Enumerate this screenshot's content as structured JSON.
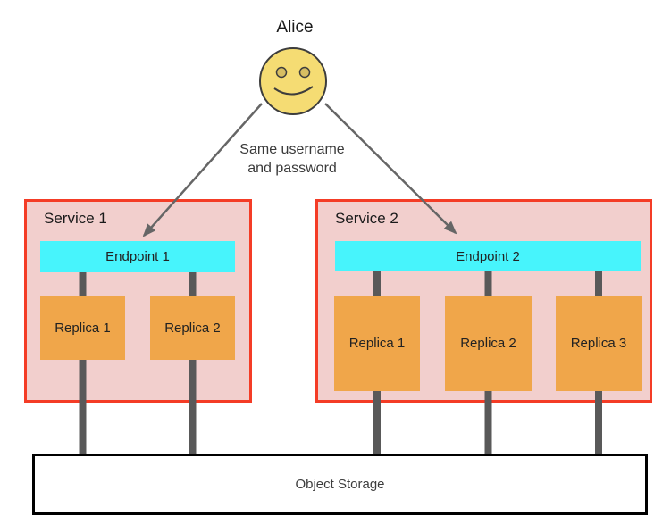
{
  "alice": {
    "label": "Alice"
  },
  "annotation": {
    "line1": "Same username",
    "line2": "and password"
  },
  "services": [
    {
      "name": "Service 1",
      "endpoint": "Endpoint 1",
      "replicas": [
        "Replica 1",
        "Replica 2"
      ]
    },
    {
      "name": "Service 2",
      "endpoint": "Endpoint 2",
      "replicas": [
        "Replica 1",
        "Replica 2",
        "Replica 3"
      ]
    }
  ],
  "storage": {
    "label": "Object Storage"
  },
  "colors": {
    "service-fill": "#F2CFCD",
    "service-border": "#F43C26",
    "endpoint-fill": "#47F4FC",
    "replica-fill": "#F0A64A",
    "storage-border": "#000000",
    "connector": "#595959",
    "arrow": "#666666",
    "face-fill": "#F5DC73",
    "face-stroke": "#3D3D3D",
    "eye-fill": "#D7BE62"
  }
}
